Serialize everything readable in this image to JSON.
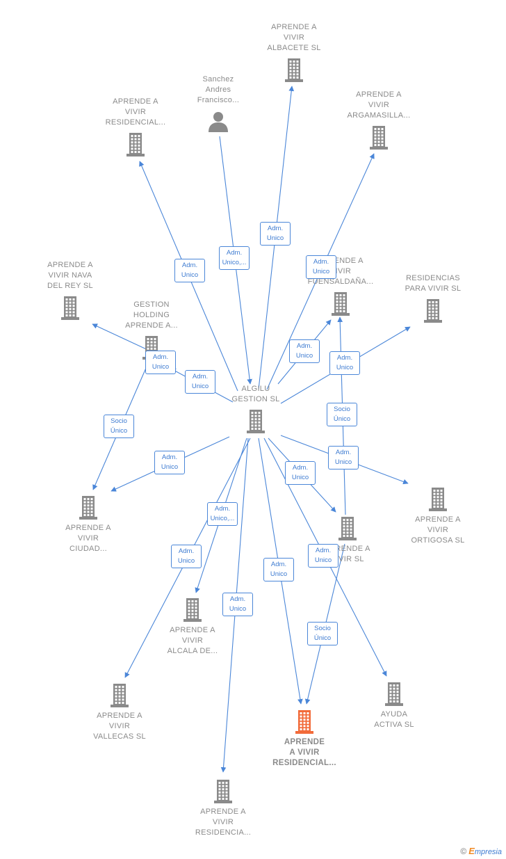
{
  "colors": {
    "edge": "#4a86d8",
    "node": "#8a8a8a",
    "focus_node": "#f26b3a",
    "badge_text": "#3d7bd1"
  },
  "nodes": [
    {
      "id": "albacete",
      "type": "company-icon",
      "lines": [
        "APRENDE A",
        "VIVIR",
        "ALBACETE  SL"
      ]
    },
    {
      "id": "sanchez",
      "type": "person-icon",
      "lines": [
        "Sanchez",
        "Andres",
        "Francisco..."
      ]
    },
    {
      "id": "residencial_top",
      "type": "company-icon",
      "lines": [
        "APRENDE A",
        "VIVIR",
        "RESIDENCIAL..."
      ]
    },
    {
      "id": "argamasilla",
      "type": "company-icon",
      "lines": [
        "APRENDE A",
        "VIVIR",
        "ARGAMASILLA..."
      ]
    },
    {
      "id": "nava",
      "type": "company-icon",
      "lines": [
        "APRENDE A",
        "VIVIR NAVA",
        "DEL REY  SL"
      ]
    },
    {
      "id": "fuensaldana",
      "type": "company-icon",
      "lines": [
        "APRENDE A",
        "VIVIR",
        "FUENSALDAÑA..."
      ]
    },
    {
      "id": "residencias",
      "type": "company-icon",
      "lines": [
        "RESIDENCIAS",
        "PARA VIVIR  SL"
      ]
    },
    {
      "id": "gestion_holding",
      "type": "company-icon",
      "lines": [
        "GESTION",
        "HOLDING",
        "APRENDE A..."
      ]
    },
    {
      "id": "algilu",
      "type": "company-icon",
      "lines": [
        "ALGILU",
        "GESTION  SL"
      ]
    },
    {
      "id": "ciudad",
      "type": "company-icon",
      "lines": [
        "APRENDE A",
        "VIVIR",
        "CIUDAD..."
      ]
    },
    {
      "id": "ortigosa",
      "type": "company-icon",
      "lines": [
        "APRENDE A",
        "VIVIR",
        "ORTIGOSA  SL"
      ]
    },
    {
      "id": "vivir_sl",
      "type": "company-icon",
      "lines": [
        "APRENDE A",
        "VIVIR SL"
      ]
    },
    {
      "id": "alcala",
      "type": "company-icon",
      "lines": [
        "APRENDE A",
        "VIVIR",
        "ALCALA DE..."
      ]
    },
    {
      "id": "vallecas",
      "type": "company-icon",
      "lines": [
        "APRENDE A",
        "VIVIR",
        "VALLECAS  SL"
      ]
    },
    {
      "id": "residencial_focus",
      "type": "company-icon",
      "focus": true,
      "lines": [
        "APRENDE",
        "A VIVIR",
        "RESIDENCIAL..."
      ]
    },
    {
      "id": "ayuda",
      "type": "company-icon",
      "lines": [
        "AYUDA",
        "ACTIVA  SL"
      ]
    },
    {
      "id": "residencia_bottom",
      "type": "company-icon",
      "lines": [
        "APRENDE A",
        "VIVIR",
        "RESIDENCIA..."
      ]
    }
  ],
  "edges": [
    {
      "from": "algilu",
      "to": "albacete",
      "label": [
        "Adm.",
        "Unico"
      ]
    },
    {
      "from": "sanchez",
      "to": "algilu",
      "label": [
        "Adm.",
        "Unico,..."
      ]
    },
    {
      "from": "algilu",
      "to": "residencial_top",
      "label": [
        "Adm.",
        "Unico"
      ]
    },
    {
      "from": "algilu",
      "to": "argamasilla",
      "label": [
        "Adm.",
        "Unico"
      ]
    },
    {
      "from": "algilu",
      "to": "fuensaldana",
      "label": [
        "Adm.",
        "Unico"
      ]
    },
    {
      "from": "algilu",
      "to": "residencias",
      "label": [
        "Adm.",
        "Unico"
      ]
    },
    {
      "from": "gestion_holding",
      "to": "nava",
      "label": [
        "Adm.",
        "Unico"
      ]
    },
    {
      "from": "algilu",
      "to": "gestion_holding",
      "label": [
        "Adm.",
        "Unico"
      ]
    },
    {
      "from": "gestion_holding",
      "to": "ciudad",
      "label": [
        "Socio",
        "Único"
      ]
    },
    {
      "from": "algilu",
      "to": "ciudad",
      "label": [
        "Adm.",
        "Unico"
      ]
    },
    {
      "from": "algilu",
      "to": "ortigosa",
      "label": [
        "Adm.",
        "Unico"
      ]
    },
    {
      "from": "algilu",
      "to": "vivir_sl",
      "label": [
        "Adm.",
        "Unico"
      ]
    },
    {
      "from": "vivir_sl",
      "to": "fuensaldana",
      "label": [
        "Socio",
        "Único"
      ]
    },
    {
      "from": "algilu",
      "to": "alcala",
      "label": [
        "Adm.",
        "Unico,..."
      ]
    },
    {
      "from": "algilu",
      "to": "vallecas",
      "label": [
        "Adm.",
        "Unico"
      ]
    },
    {
      "from": "algilu",
      "to": "residencia_bottom",
      "label": [
        "Adm.",
        "Unico"
      ]
    },
    {
      "from": "algilu",
      "to": "residencial_focus",
      "label": [
        "Adm.",
        "Unico"
      ]
    },
    {
      "from": "algilu",
      "to": "ayuda",
      "label": [
        "Adm.",
        "Unico"
      ]
    },
    {
      "from": "vivir_sl",
      "to": "residencial_focus",
      "label": [
        "Socio",
        "Único"
      ]
    }
  ],
  "footer": {
    "copyright": "©",
    "brand_first": "E",
    "brand_rest": "mpresia"
  }
}
